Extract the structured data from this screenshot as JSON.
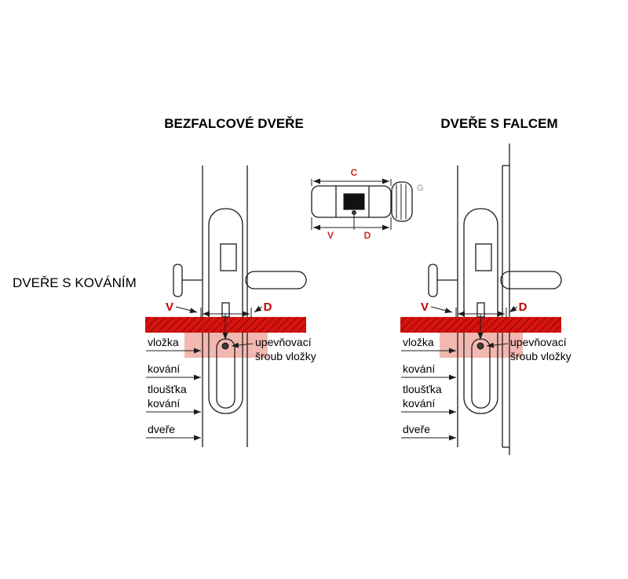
{
  "titles": {
    "left": "BEZFALCOVÉ DVEŘE",
    "right": "DVEŘE S FALCEM",
    "side": "DVEŘE S KOVÁNÍM"
  },
  "cylinder_top": {
    "c": "C",
    "v": "V",
    "d": "D",
    "g": "G"
  },
  "dims": {
    "v": "V",
    "d": "D"
  },
  "labels": {
    "vlozka": "vložka",
    "upevnovaci_line1": "upevňovací",
    "upevnovaci_line2": "šroub vložky",
    "kovani": "kování",
    "tloustka_line1": "tloušťka",
    "tloustka_line2": "kování",
    "dvere": "dveře"
  },
  "colors": {
    "accent_red": "#c00000",
    "bar_red": "#d8120f",
    "bar_stripe": "#9a0c07",
    "pink_zone": "#f2b7af",
    "line": "#1c1c1c"
  }
}
